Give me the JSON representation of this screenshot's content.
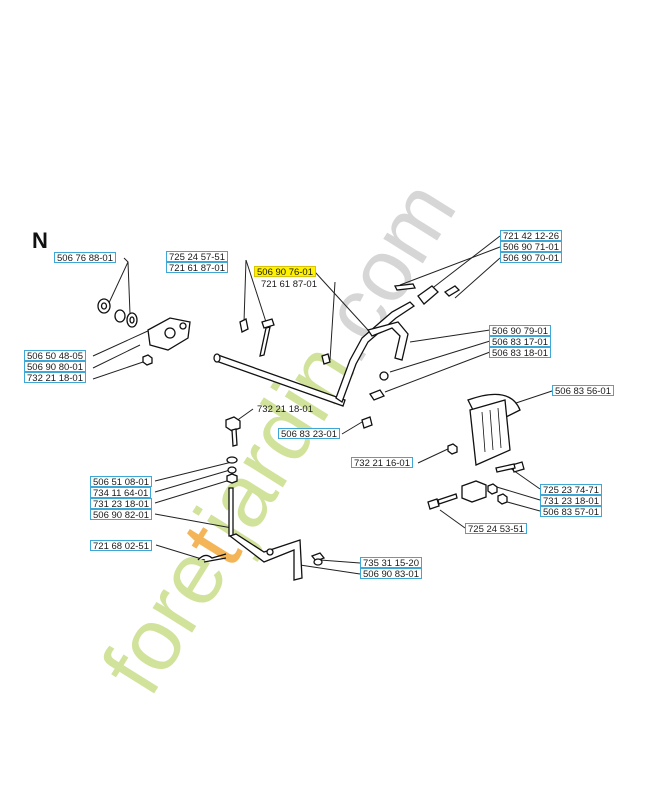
{
  "section_letter": "N",
  "watermark": {
    "text": "foretjardin.com",
    "colors": {
      "main": "#c9dd8a",
      "accent": "#f2a93b",
      "suffix": "#cfcfcf"
    }
  },
  "colors": {
    "box_border": "#3fa7d6",
    "highlight": "#fff200",
    "line": "#222222"
  },
  "labels": [
    {
      "id": "p-506-76-88-01",
      "text": "506 76 88-01",
      "style": "boxed"
    },
    {
      "id": "p-725-24-57-51",
      "text": "725 24 57-51",
      "style": "boxed"
    },
    {
      "id": "p-721-61-87-01-a",
      "text": "721 61 87-01",
      "style": "boxed"
    },
    {
      "id": "p-506-90-76-01",
      "text": "506 90 76-01",
      "style": "highlight"
    },
    {
      "id": "p-721-61-87-01-b",
      "text": "721 61 87-01",
      "style": "plain"
    },
    {
      "id": "p-721-42-12-26",
      "text": "721 42 12-26",
      "style": "boxed"
    },
    {
      "id": "p-506-90-71-01",
      "text": "506 90 71-01",
      "style": "boxed"
    },
    {
      "id": "p-506-90-70-01",
      "text": "506 90 70-01",
      "style": "boxed"
    },
    {
      "id": "p-506-90-79-01",
      "text": "506 90 79-01",
      "style": "boxed"
    },
    {
      "id": "p-506-83-17-01",
      "text": "506 83 17-01",
      "style": "boxed"
    },
    {
      "id": "p-506-83-18-01",
      "text": "506 83 18-01",
      "style": "boxed"
    },
    {
      "id": "p-506-50-48-05",
      "text": "506 50 48-05",
      "style": "boxed"
    },
    {
      "id": "p-506-90-80-01",
      "text": "506 90 80-01",
      "style": "boxed"
    },
    {
      "id": "p-732-21-18-01-a",
      "text": "732 21 18-01",
      "style": "boxed"
    },
    {
      "id": "p-732-21-18-01-b",
      "text": "732 21 18-01",
      "style": "plain"
    },
    {
      "id": "p-506-83-56-01",
      "text": "506 83 56-01",
      "style": "boxed"
    },
    {
      "id": "p-506-83-23-01",
      "text": "506 83 23-01",
      "style": "boxed"
    },
    {
      "id": "p-732-21-16-01",
      "text": "732 21 16-01",
      "style": "boxed"
    },
    {
      "id": "p-506-51-08-01",
      "text": "506 51 08-01",
      "style": "boxed"
    },
    {
      "id": "p-734-11-64-01",
      "text": "734 11 64-01",
      "style": "boxed"
    },
    {
      "id": "p-731-23-18-01-a",
      "text": "731 23 18-01",
      "style": "boxed"
    },
    {
      "id": "p-506-90-82-01",
      "text": "506 90 82-01",
      "style": "boxed"
    },
    {
      "id": "p-725-23-74-71",
      "text": "725 23 74-71",
      "style": "boxed"
    },
    {
      "id": "p-731-23-18-01-b",
      "text": "731 23 18-01",
      "style": "boxed"
    },
    {
      "id": "p-506-83-57-01",
      "text": "506 83 57-01",
      "style": "boxed"
    },
    {
      "id": "p-725-24-53-51",
      "text": "725 24 53-51",
      "style": "boxed"
    },
    {
      "id": "p-721-68-02-51",
      "text": "721 68 02-51",
      "style": "boxed"
    },
    {
      "id": "p-735-31-15-20",
      "text": "735 31 15-20",
      "style": "boxed"
    },
    {
      "id": "p-506-90-83-01",
      "text": "506 90 83-01",
      "style": "boxed"
    }
  ]
}
